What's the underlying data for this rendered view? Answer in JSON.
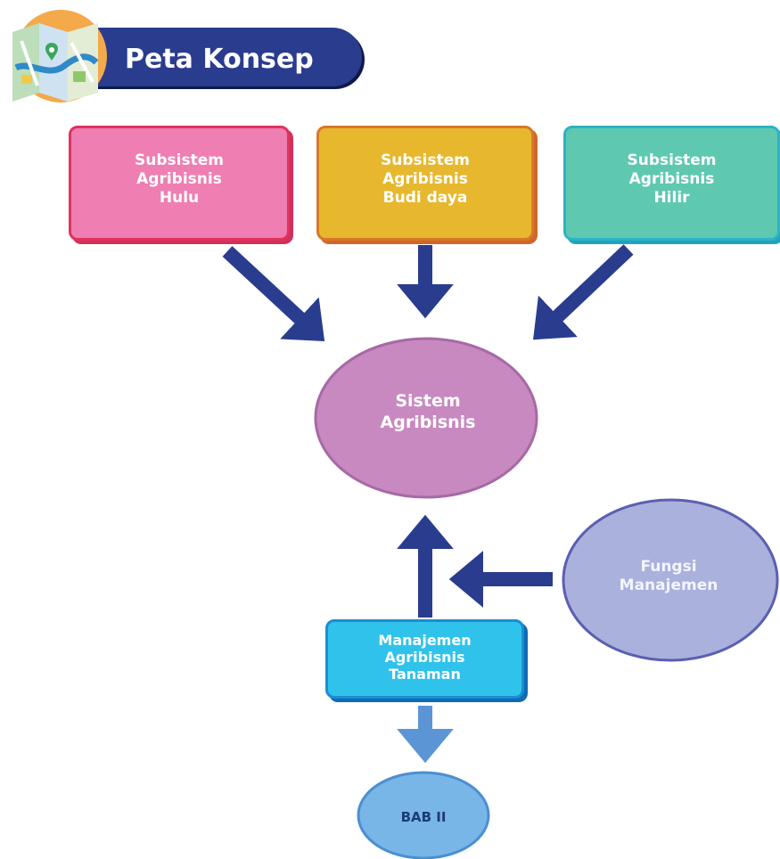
{
  "header": {
    "title": "Peta Konsep",
    "icon": "folded-map-icon"
  },
  "colors": {
    "header_bg": "#2a3c8e",
    "arrow_dark": "#2a3c8e",
    "arrow_light": "#5b95d6",
    "hulu": "#ef7eb2",
    "budi_daya": "#e7b82d",
    "hilir": "#5fc8b1",
    "sistem": "#c889c0",
    "fungsi": "#a9b1dc",
    "manajemen": "#2fc3ec",
    "bab": "#78b6e8"
  },
  "nodes": {
    "hulu": {
      "label": "Subsistem\nAgribisnis\nHulu"
    },
    "budi_daya": {
      "label": "Subsistem\nAgribisnis\nBudi daya"
    },
    "hilir": {
      "label": "Subsistem\nAgribisnis\nHilir"
    },
    "sistem": {
      "label": "Sistem\nAgribisnis"
    },
    "fungsi": {
      "label": "Fungsi\nManajemen"
    },
    "manajemen": {
      "label": "Manajemen\nAgribisnis\nTanaman"
    },
    "bab": {
      "label": "BAB II"
    }
  }
}
